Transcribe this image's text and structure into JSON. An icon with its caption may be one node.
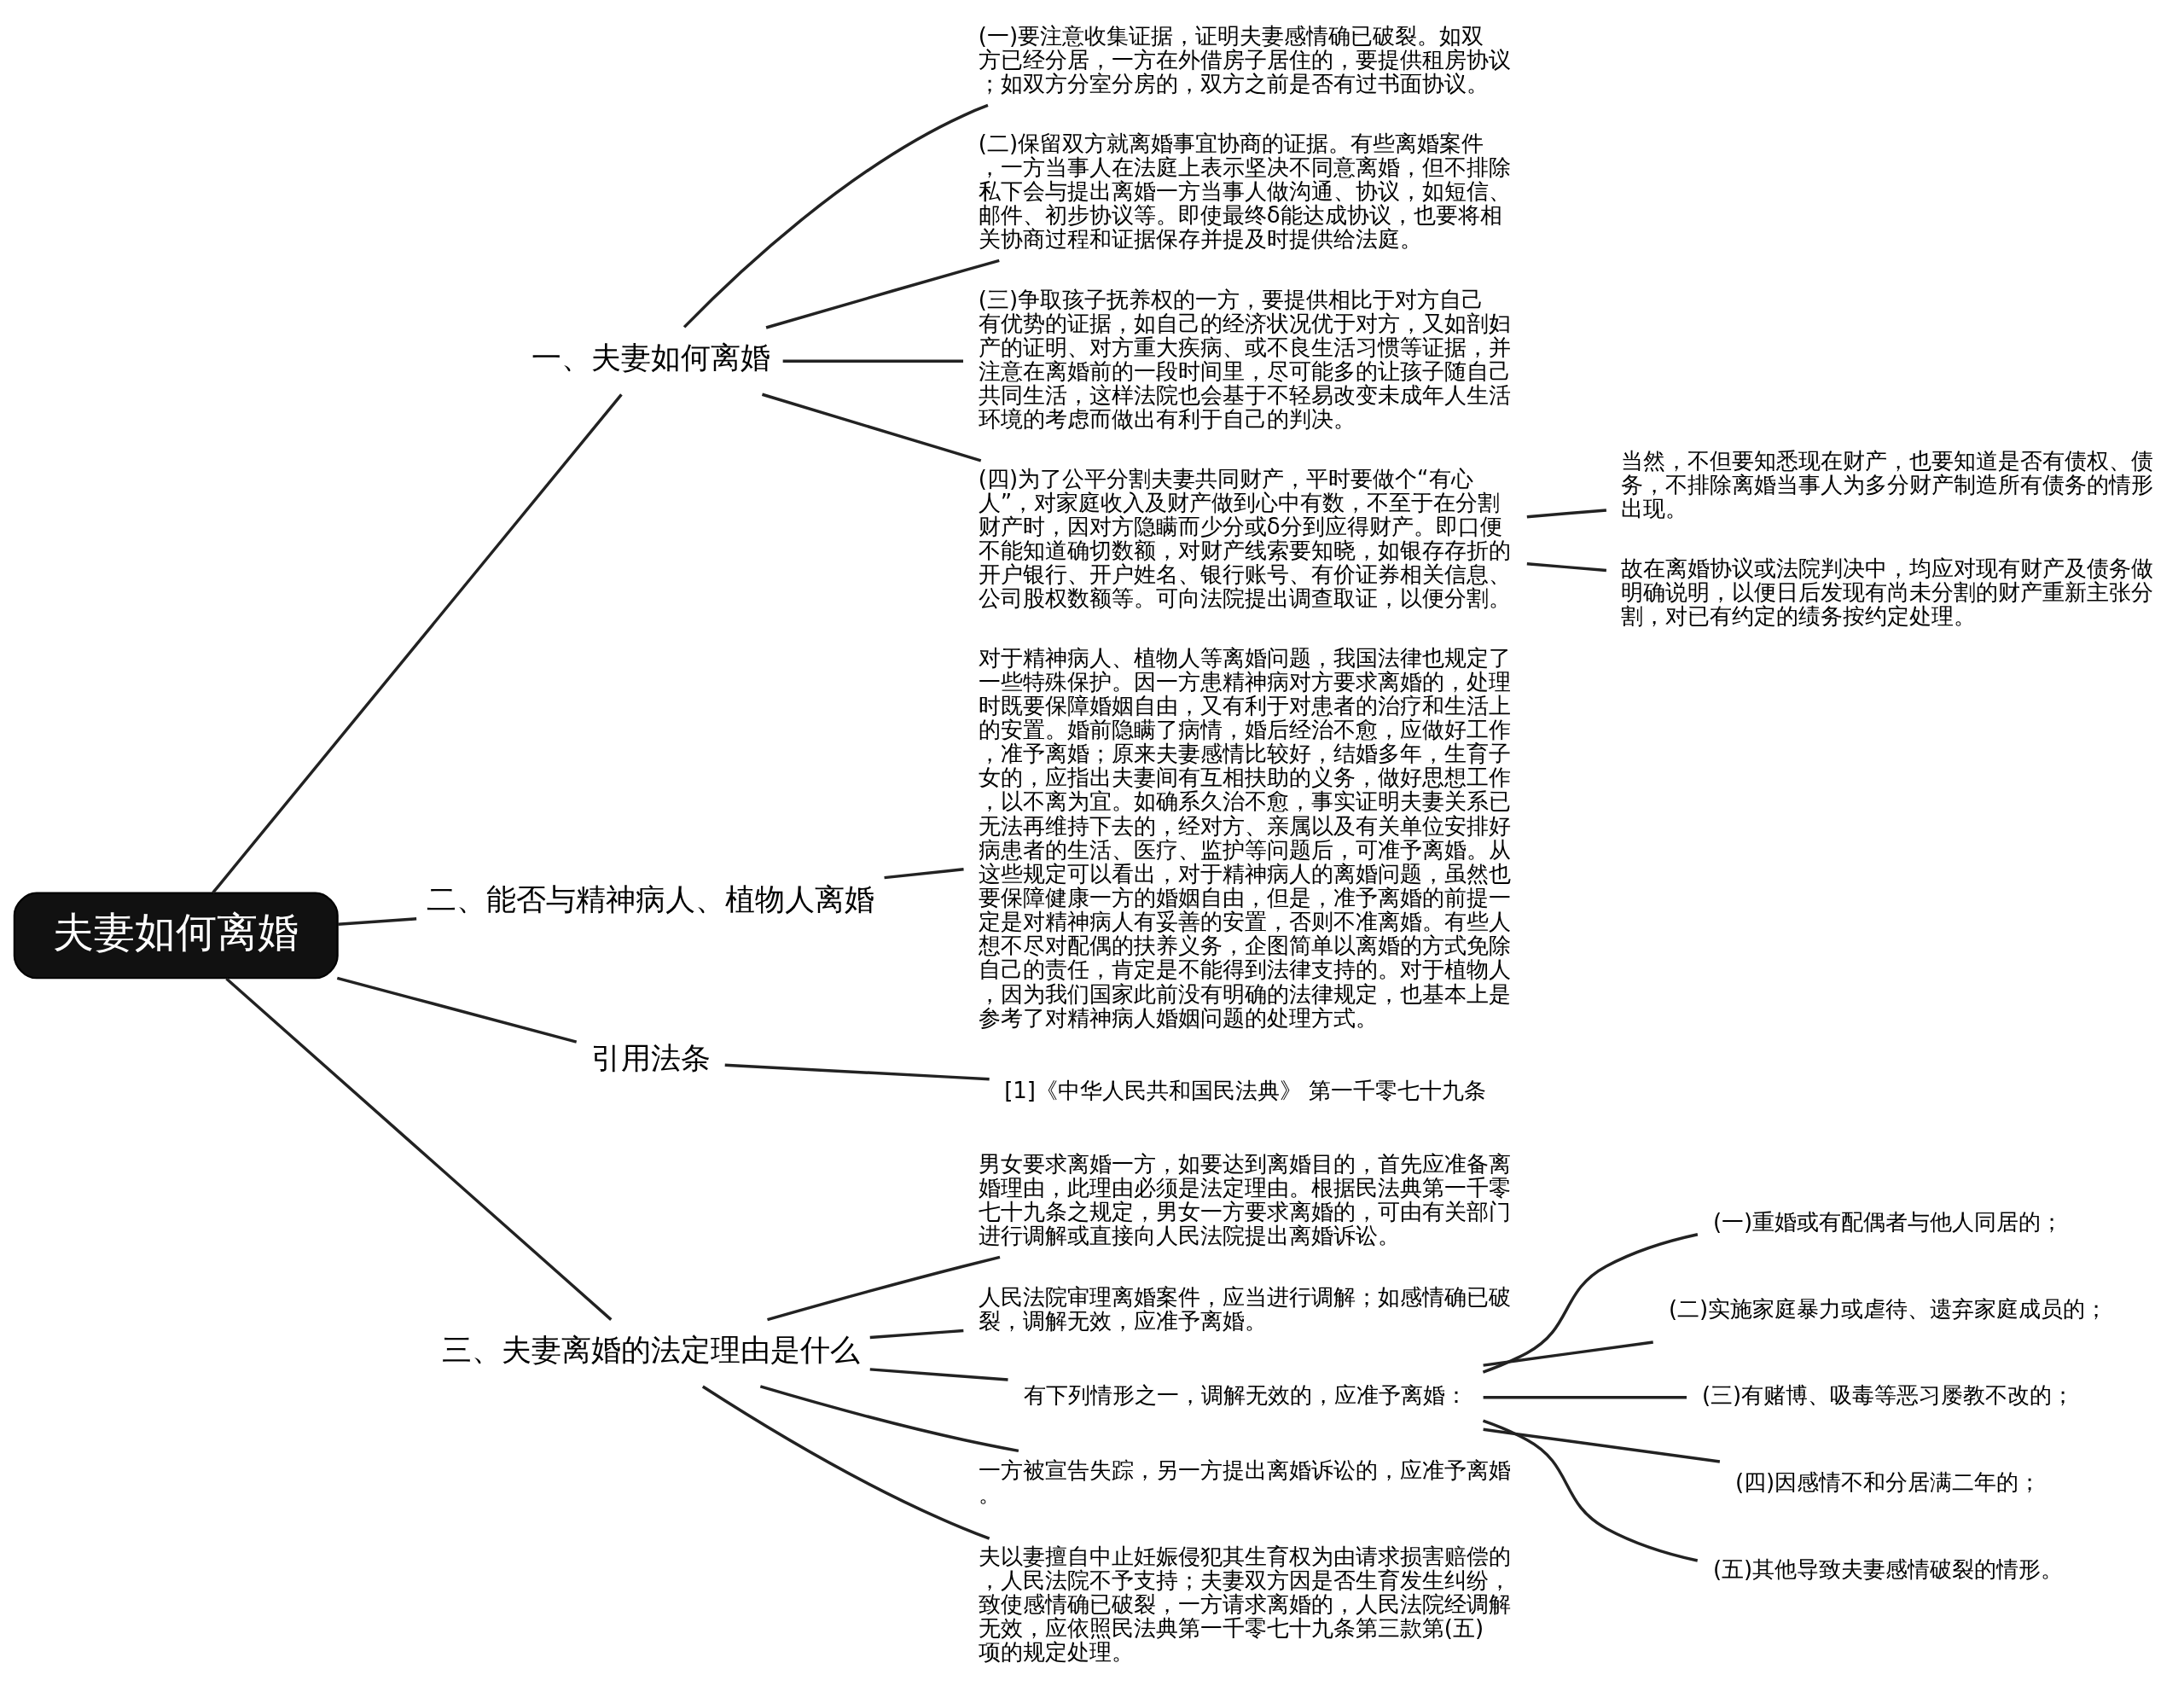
{
  "diagram": {
    "nodes": [
      {
        "text": [
          "夫妻如何离婚"
        ]
      },
      {
        "text": [
          "一、夫妻如何离婚"
        ]
      },
      {
        "text": [
          "(一)要注意收集证据，证明夫妻感情确已破裂。如双方已经分居，一方在外借房子居住的，要提供租房协议；如双方分室分房的，双方之前是否有过书面协议。"
        ]
      },
      {
        "text": [
          "(二)保留双方就离婚事宜协商的证据。有些离婚案件，一方当事人在法庭上表示坚决不同意离婚，但不排除私下会与提出离婚一方当事人做沟通、协议，如短信、邮件、初步协议等。即使最终δ能达成协议，也要将相关协商过程和证据保存并提及时提供给法庭。"
        ]
      },
      {
        "text": [
          "(三)争取孩子抚养权的一方，要提供相比于对方自己有优势的证据，如自己的经济状况优于对方，又如剖妇产的证明、对方重大疾病、或不良生活习惯等证据，并注意在离婚前的一段时间里，尽可能多的让孩子随自己共同生活，这样法院也会基于不轻易改变未成年人生活环境的考虑而做出有利于自己的判决。"
        ]
      },
      {
        "text": [
          "(四)为了公平分割夫妻共同财产，平时要做个“有心人”，对家庭收入及财产做到心中有数，不至于在分割财产时，因对方隐瞒而少分或δ分到应得财产。即口便不能知道确切数额，对财产线索要知晓，如银存存折的开户银行、开户姓名、银行账号、有价证券相关信息、公司股权数额等。可向法院提出调查取证，以便分割。"
        ]
      },
      {
        "text": [
          "当然，不但要知悉现在财产，也要知道是否有债权、债务，不排除离婚当事人为多分财产制造所有债务的情形出现。"
        ]
      },
      {
        "text": [
          "故在离婚协议或法院判决中，均应对现有财产及债务做明确说明，以便日后发现有尚未分割的财产重新主张分割，对已有约定的绩务按约定处理。"
        ]
      },
      {
        "text": [
          "二、能否与精神病人、植物人离婚"
        ]
      },
      {
        "text": [
          "对于精神病人、植物人等离婚问题，我国法律也规定了一些特殊保护。因一方患精神病对方要求离婚的，处理时既要保障婚姻自由，又有利于对患者的治疗和生活上的安置。婚前隐瞒了病情，婚后经治不愈，应做好工作，准予离婚；原来夫妻感情比较好，结婚多年，生育子女的，应指出夫妻间有互相扶助的义务，做好思想工作，以不离为宜。如确系久治不愈，事实证明夫妻关系已无法再维持下去的，经对方、亲属以及有关单位安排好病患者的生活、医疗、监护等问题后，可准予离婚。从这些规定可以看出，对于精神病人的离婚问题，虽然也要保障健康一方的婚姻自由，但是，准予离婚的前提一定是对精神病人有妥善的安置，否则不准离婚。有些人想不尽对配偶的扶养义务，企图简单以离婚的方式免除自己的责任，肯定是不能得到法律支持的。对于植物人，因为我们国家此前没有明确的法律规定，也基本上是参考了对精神病人婚姻问题的处理方式。"
        ]
      },
      {
        "text": [
          "引用法条"
        ]
      },
      {
        "text": [
          "[1]《中华人民共和国民法典》 第一千零七十九条"
        ]
      },
      {
        "text": [
          "三、夫妻离婚的法定理由是什么"
        ]
      },
      {
        "text": [
          "男女要求离婚一方，如要达到离婚目的，首先应准备离婚理由，此理由必须是法定理由。根据民法典第一千零七十九条之规定，男女一方要求离婚的，可由有关部门进行调解或直接向人民法院提出离婚诉讼。"
        ]
      },
      {
        "text": [
          "人民法院审理离婚案件，应当进行调解；如感情确已破裂，调解无效，应准予离婚。"
        ]
      },
      {
        "text": [
          "有下列情形之一，调解无效的，应准予离婚："
        ]
      },
      {
        "text": [
          "(一)重婚或有配偶者与他人同居的；"
        ]
      },
      {
        "text": [
          "(二)实施家庭暴力或虐待、遗弃家庭成员的；"
        ]
      },
      {
        "text": [
          "(三)有赌博、吸毒等恶习屡教不改的；"
        ]
      },
      {
        "text": [
          "(四)因感情不和分居满二年的；"
        ]
      },
      {
        "text": [
          "(五)其他导致夫妻感情破裂的情形。"
        ]
      },
      {
        "text": [
          "一方被宣告失踪，另一方提出离婚诉讼的，应准予离婚。"
        ]
      },
      {
        "text": [
          "夫以妻擅自中止妊娠侵犯其生育权为由请求损害赔偿的，人民法院不予支持；夫妻双方因是否生育发生纠纷，致使感情确已破裂，一方请求离婚的，人民法院经调解无效，应依照民法典第一千零七十九条第三款第(五)项的规定处理。"
        ]
      }
    ],
    "edges": [
      {
        "from": 0,
        "to": 1,
        "arrow": "none"
      },
      {
        "from": 1,
        "to": 2,
        "arrow": "none"
      },
      {
        "from": 1,
        "to": 3,
        "arrow": "none"
      },
      {
        "from": 1,
        "to": 4,
        "arrow": "none"
      },
      {
        "from": 1,
        "to": 5,
        "arrow": "none"
      },
      {
        "from": 5,
        "to": 6,
        "arrow": "none"
      },
      {
        "from": 5,
        "to": 7,
        "arrow": "none"
      },
      {
        "from": 0,
        "to": 8,
        "arrow": "none"
      },
      {
        "from": 8,
        "to": 9,
        "arrow": "none"
      },
      {
        "from": 0,
        "to": 10,
        "arrow": "none"
      },
      {
        "from": 10,
        "to": 11,
        "arrow": "none"
      },
      {
        "from": 0,
        "to": 12,
        "arrow": "none"
      },
      {
        "from": 12,
        "to": 13,
        "arrow": "none"
      },
      {
        "from": 12,
        "to": 14,
        "arrow": "none"
      },
      {
        "from": 12,
        "to": 15,
        "arrow": "none"
      },
      {
        "from": 15,
        "to": 16,
        "arrow": "none"
      },
      {
        "from": 15,
        "to": 17,
        "arrow": "none"
      },
      {
        "from": 15,
        "to": 18,
        "arrow": "none"
      },
      {
        "from": 15,
        "to": 19,
        "arrow": "none"
      },
      {
        "from": 15,
        "to": 20,
        "arrow": "none"
      },
      {
        "from": 12,
        "to": 21,
        "arrow": "none"
      },
      {
        "from": 12,
        "to": 22,
        "arrow": "none"
      }
    ]
  }
}
